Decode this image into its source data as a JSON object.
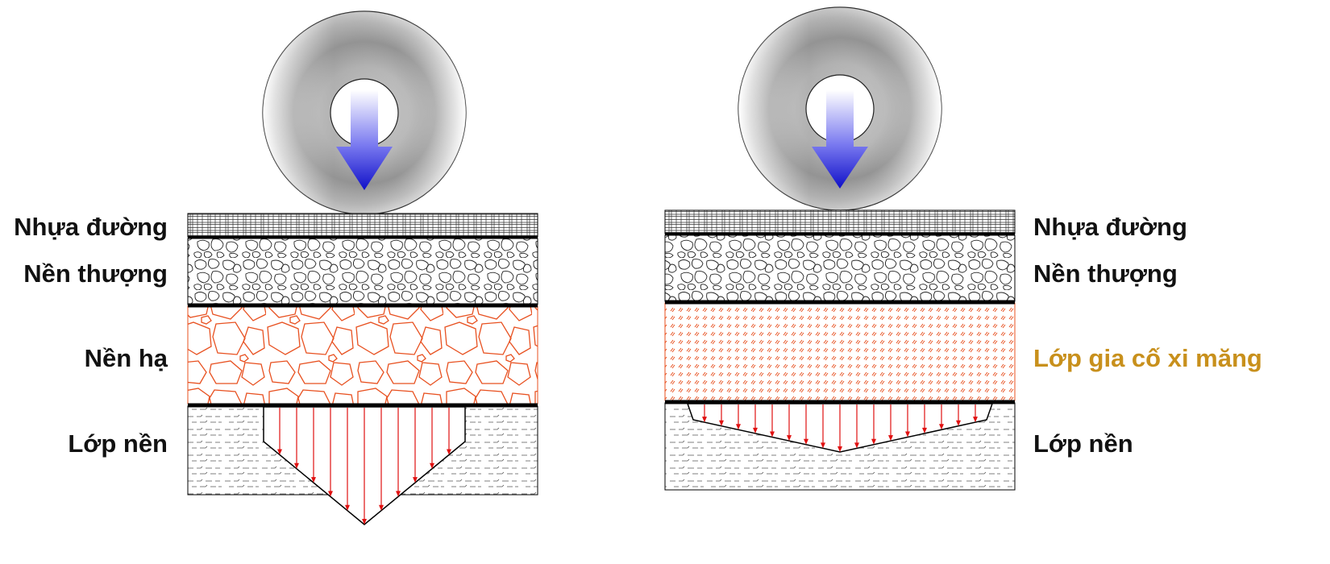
{
  "left_panel": {
    "labels": {
      "asphalt": "Nhựa đường",
      "base": "Nền thượng",
      "subbase": "Nền hạ",
      "subgrade": "Lớp nền"
    }
  },
  "right_panel": {
    "labels": {
      "asphalt": "Nhựa đường",
      "base": "Nền thượng",
      "cement_layer": "Lớp gia cố xi măng",
      "subgrade": "Lớp nền"
    }
  },
  "colors": {
    "layer_border": "#000000",
    "subbase_stones": "#e8501f",
    "cement_hatch": "#e8501f",
    "stress_arrows": "#e01010",
    "load_arrow": "#1a1ad6",
    "cement_label": "#c8901c"
  },
  "icons": {
    "wheel": "wheel-icon",
    "load_arrow": "down-arrow-icon"
  }
}
